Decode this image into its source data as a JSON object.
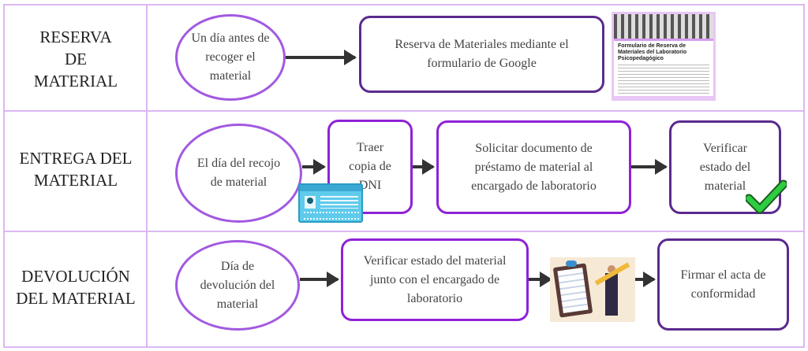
{
  "rows": [
    {
      "label": "RESERVA DE MATERIAL",
      "start": "Un día antes de recoger el material",
      "steps": [
        "Reserva de Materiales mediante el formulario de Google"
      ],
      "form_preview": {
        "title": "Formulario de Reserva de Materiales del Laboratorio Psicopedagógico"
      }
    },
    {
      "label": "ENTREGA DEL MATERIAL",
      "start": "El día del recojo de material",
      "steps": [
        "Traer copia de DNI",
        "Solicitar documento de préstamo de material al encargado de laboratorio",
        "Verificar estado del material"
      ]
    },
    {
      "label": "DEVOLUCIÓN DEL MATERIAL",
      "start": "Día de devolución del material",
      "steps": [
        "Verificar estado del material junto con el encargado de laboratorio",
        "Firmar el acta de conformidad"
      ]
    }
  ],
  "colors": {
    "grid": "#dcb8f3",
    "oval": "#a259e0",
    "rect": "#8e22d6",
    "rect_dark": "#5b2a8e",
    "check": "#2ecc40"
  }
}
